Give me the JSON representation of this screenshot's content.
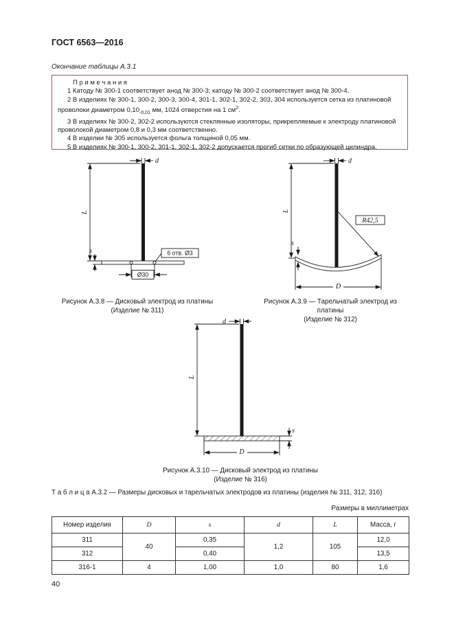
{
  "page": {
    "standard": "ГОСТ 6563—2016",
    "continuation": "Окончание таблицы А.3.1",
    "number": "40"
  },
  "colors": {
    "note_box_border": "#b9534c",
    "ink": "#1a1a1a"
  },
  "notes": {
    "title": "П р и м е ч а н и я",
    "n1": "1 Катоду № 300-1 соответствует анод № 300-3; катоду № 300-2 соответствует анод № 300-4.",
    "n2": {
      "a": "2 В изделиях № 300-1, 300-2, 300-3, 300-4, 301-1, 302-1, 302-2, 303, 304 используется сетка из платиновой проволоки диаметром 0,10",
      "sub": "-0,01",
      "b": " мм, 1024 отверстия на 1 см",
      "sup": "2",
      "c": "."
    },
    "n3": "3 В изделиях № 300-2, 302-2 используются стеклянные изоляторы, прикрепляемые к электроду платиновой проволокой диаметром 0,8 и 0,3 мм соответственно.",
    "n4": "4 В изделии № 305 используется фольга толщиной 0,05 мм.",
    "n5": "5 В изделиях № 300-1, 300-2, 301-1, 302-1, 302-2 допускается прогиб сетки по образующей цилиндра."
  },
  "figures": {
    "a38": {
      "caption": "Рисунок А.3.8 — Дисковый электрод из платины",
      "subcaption": "(Изделие № 311)",
      "labels": {
        "d": "d",
        "L": "L",
        "s": "s",
        "holes": "6 отв. Ø3",
        "dia": "Ø30"
      }
    },
    "a39": {
      "caption": "Рисунок А.3.9 — Тарельчатый электрод из платины",
      "subcaption": "(Изделие № 312)",
      "labels": {
        "d": "d",
        "L": "L",
        "s": "s",
        "R": "R42,5",
        "D": "D"
      }
    },
    "a310": {
      "caption": "Рисунок А.3.10 — Дисковый электрод из платины",
      "subcaption": "(Изделие № 316)",
      "labels": {
        "d": "d",
        "L": "L",
        "s": "s",
        "D": "D"
      }
    }
  },
  "table": {
    "title": "Т а б л и ц а   А.3.2 — Размеры дисковых и тарельчатых электродов из платины (изделия № 311, 312, 316)",
    "units": "Размеры в миллиметрах",
    "headers": [
      "Номер изделия",
      "D",
      "s",
      "d",
      "L",
      "Масса, г"
    ],
    "rows": [
      {
        "num": "311",
        "D": "40",
        "s": "0,35",
        "d": "1,2",
        "L": "105",
        "mass": "12,0"
      },
      {
        "num": "312",
        "s": "0,40",
        "mass": "13,5"
      },
      {
        "num": "316-1",
        "D": "4",
        "s": "1,00",
        "d": "1,0",
        "L": "80",
        "mass": "1,6"
      }
    ]
  }
}
